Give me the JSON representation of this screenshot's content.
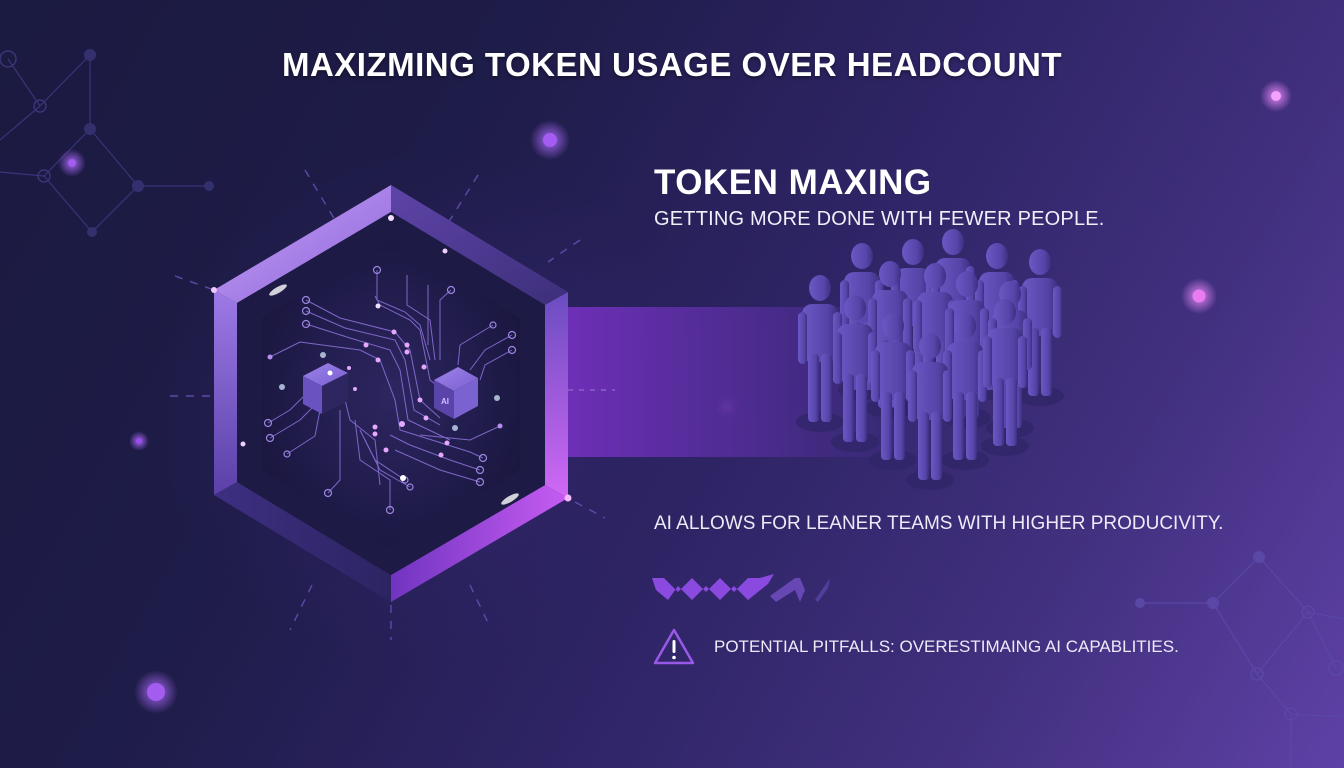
{
  "title": "MAXIZMING TOKEN USAGE OVER HEADCOUNT",
  "main": {
    "heading": "TOKEN MAXING",
    "subheading": "GETTING MORE DONE WITH FEWER PEOPLE.",
    "benefit": "AI ALLOWS FOR LEANER TEAMS WITH HIGHER PRODUCIVITY.",
    "pitfall": {
      "icon": "warning-icon",
      "text": "POTENTIAL PITFALLS: OVERESTIMAING AI CAPABLITIES."
    }
  },
  "illustration": {
    "hexagon": {
      "label": "AI circuit hexagon",
      "chip_label": "AI"
    },
    "connector": "connector-bar",
    "people": {
      "count": 15,
      "icon": "people-group-icon"
    },
    "trend_icon": "zigzag-trend-icon"
  },
  "colors": {
    "bg_dark": "#1b1a40",
    "bg_light": "#5e41a6",
    "accent": "#a45cf0",
    "accent_pink": "#e680f5",
    "people": "#5a48b0",
    "text": "#ffffff"
  }
}
